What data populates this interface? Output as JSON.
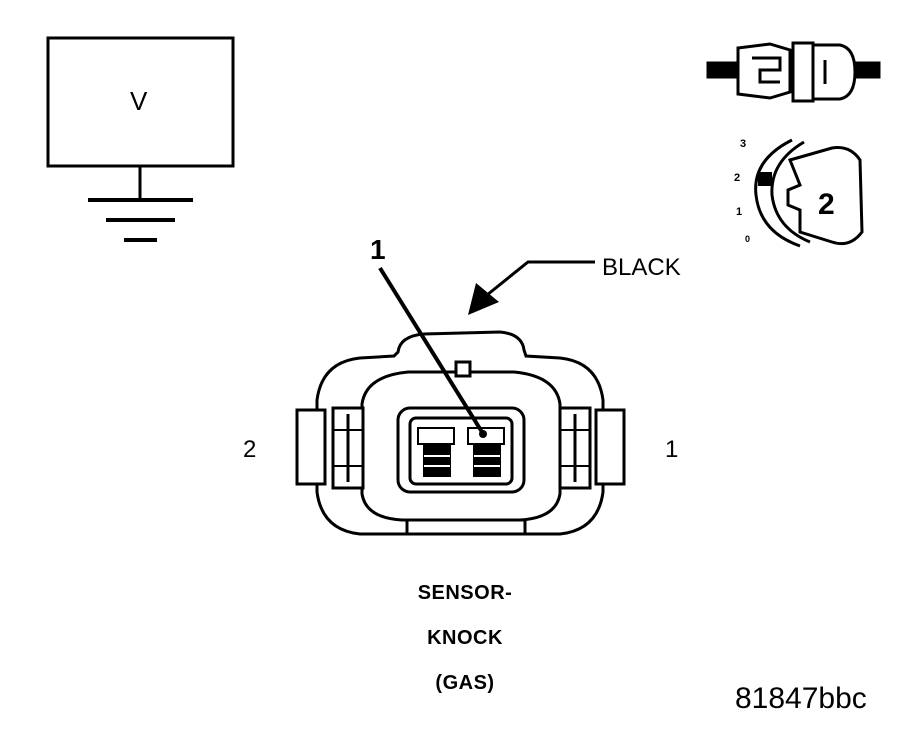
{
  "meter": {
    "label": "V"
  },
  "connector": {
    "color_label": "BLACK",
    "pin_callout": "1",
    "pin_left": "2",
    "pin_right": "1"
  },
  "caption": {
    "line1": "SENSOR-",
    "line2": "KNOCK",
    "line3": "(GAS)"
  },
  "ignition": {
    "positions": [
      "3",
      "2",
      "1",
      "0"
    ],
    "key_number": "2"
  },
  "figure_id": "81847bbc"
}
